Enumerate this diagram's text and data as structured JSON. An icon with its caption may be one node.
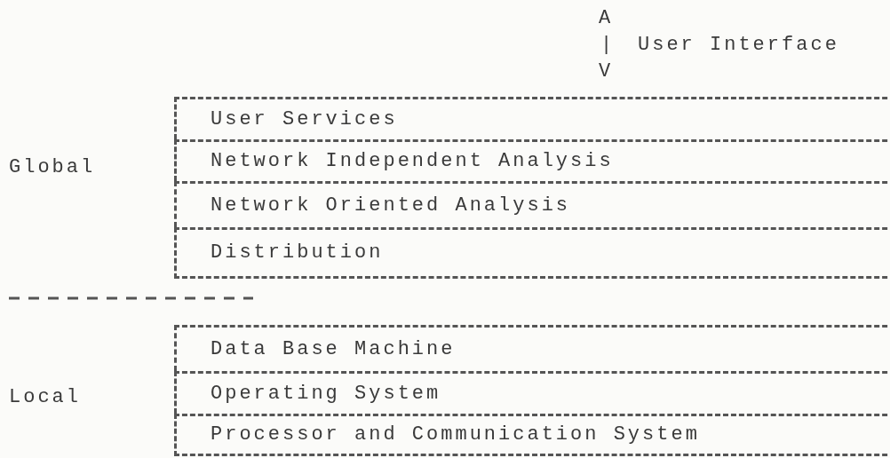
{
  "diagram": {
    "nodes": [
      {
        "text": [
          "User Services"
        ]
      },
      {
        "text": [
          "Network Independent Analysis"
        ]
      },
      {
        "text": [
          "Network Oriented Analysis"
        ]
      },
      {
        "text": [
          "Distribution"
        ]
      },
      {
        "text": [
          "Data Base Machine"
        ]
      },
      {
        "text": [
          "Operating System"
        ]
      },
      {
        "text": [
          "Processor and Communication System"
        ]
      }
    ],
    "labels": [
      "A",
      "|",
      "V",
      "User Interface",
      "Global",
      "Local"
    ]
  }
}
